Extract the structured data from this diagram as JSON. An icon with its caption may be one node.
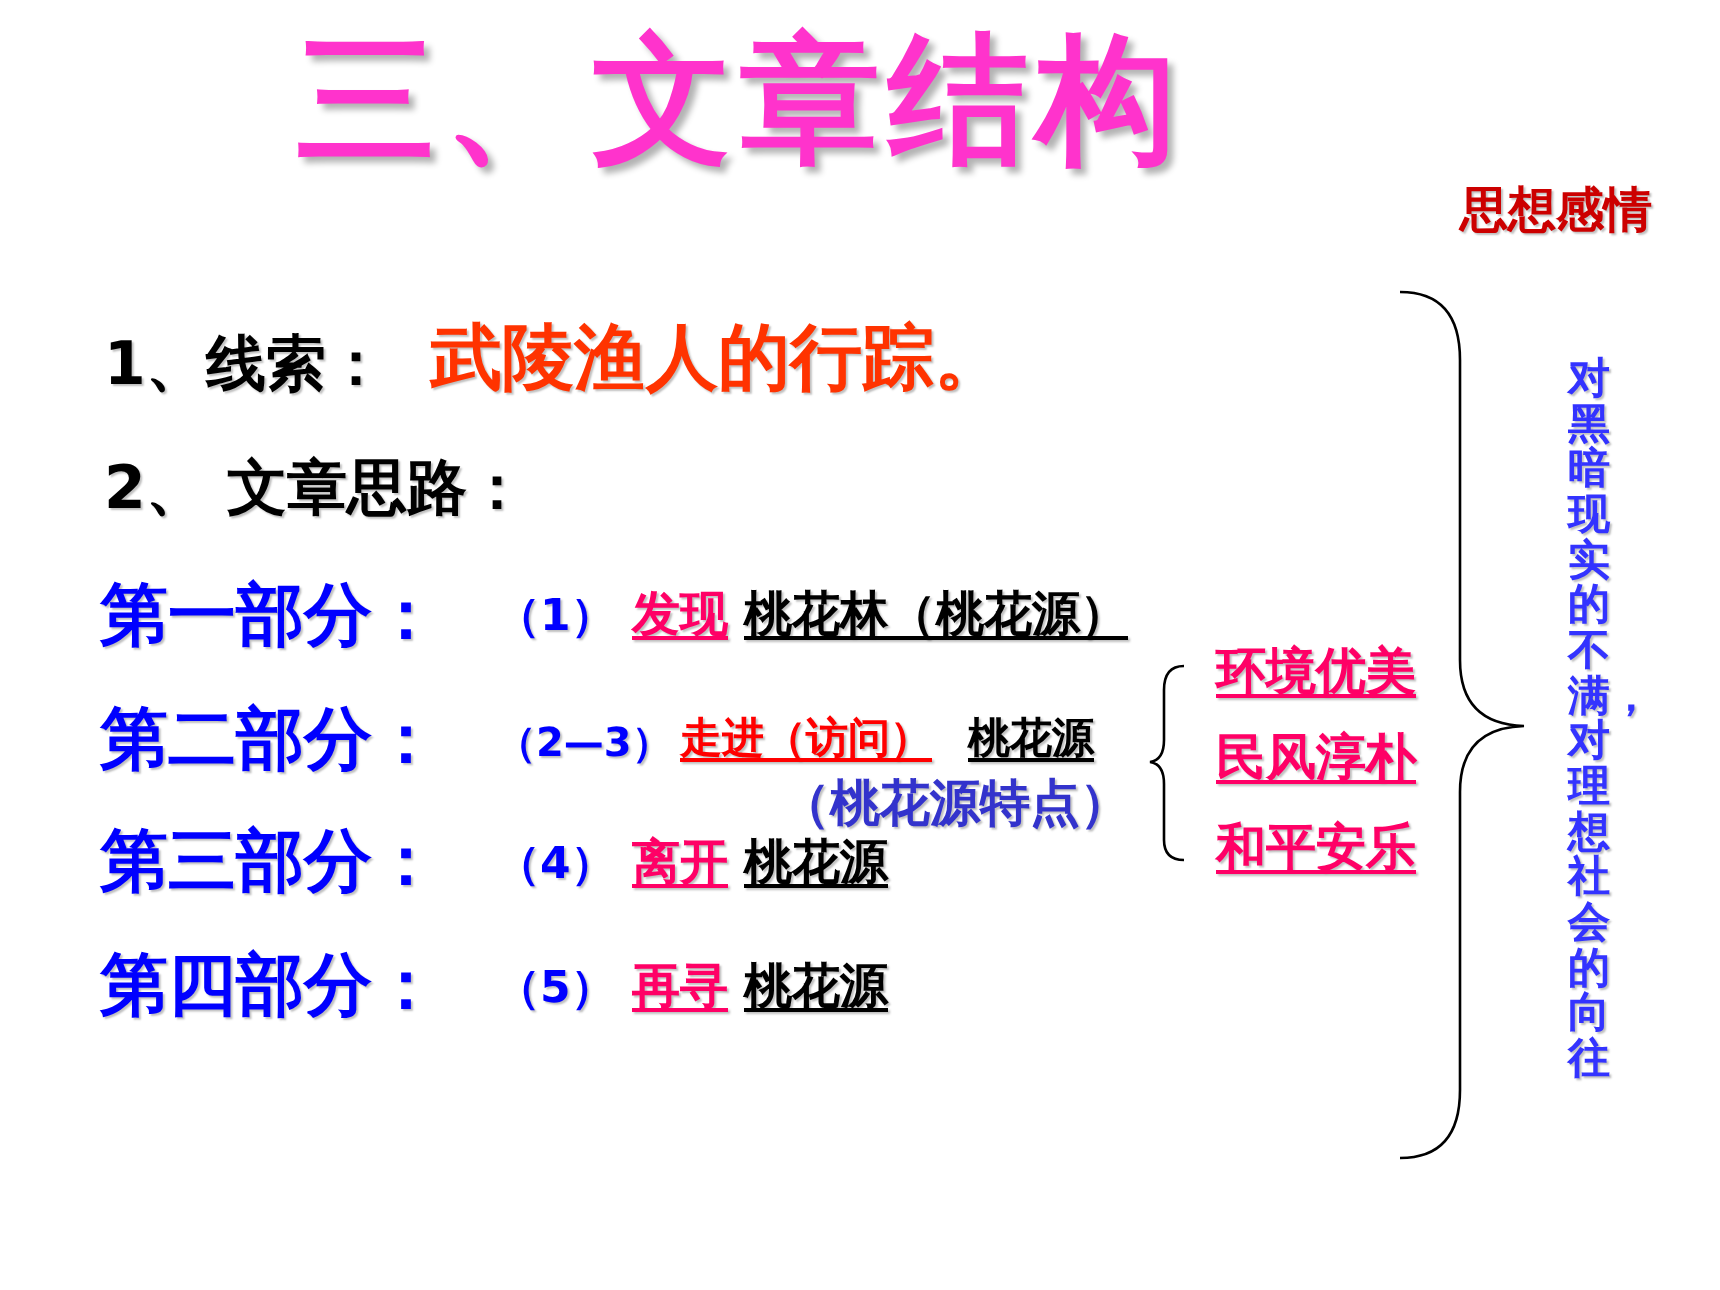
{
  "diagram": {
    "title": "三、文章结构",
    "labels": [
      "思想感情",
      "1、线索：",
      "武陵渔人的行踪。",
      "2、 文章思路：",
      "第一部分：",
      "（1）",
      "发现",
      "桃花林（桃花源）",
      "第二部分：",
      "（2—3）",
      "走进（访问）",
      "桃花源",
      "（桃花源特点）",
      "第三部分：",
      "（4）",
      "离开",
      "桃花源",
      "第四部分：",
      "（5）",
      "再寻",
      "桃花源",
      "环境优美",
      "民风淳朴",
      "和平安乐",
      "对黑暗现实的不满，对理想社会的向往"
    ]
  }
}
